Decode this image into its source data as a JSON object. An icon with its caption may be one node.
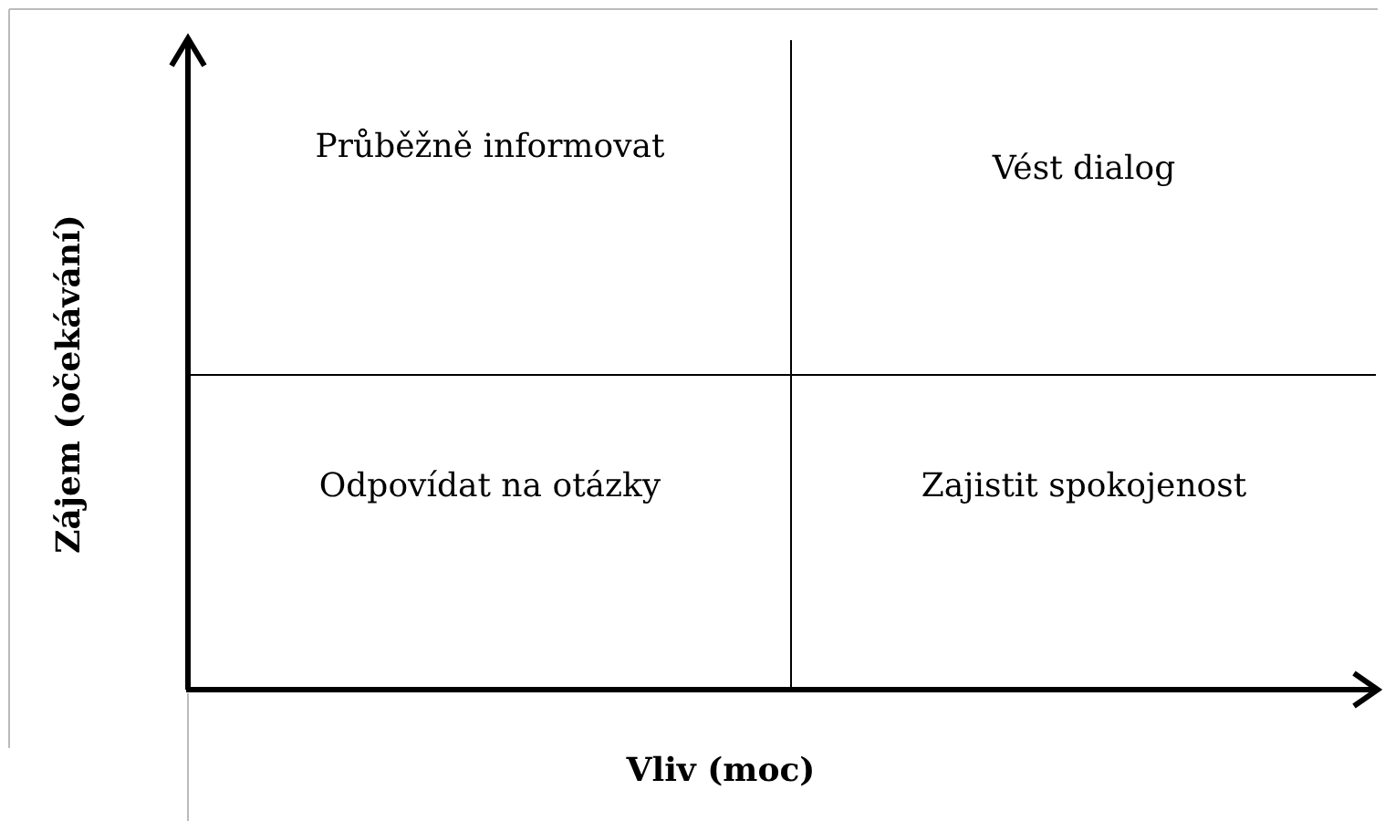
{
  "diagram": {
    "nodes": [
      {
        "text": [
          "Průběžně informovat"
        ]
      },
      {
        "text": [
          "Vést dialog"
        ]
      },
      {
        "text": [
          "Odpovídat na otázky"
        ]
      },
      {
        "text": [
          "Zajistit spokojenost"
        ]
      }
    ],
    "labels": [
      "Zájem (očekávání)",
      "Vliv (moc)"
    ]
  }
}
